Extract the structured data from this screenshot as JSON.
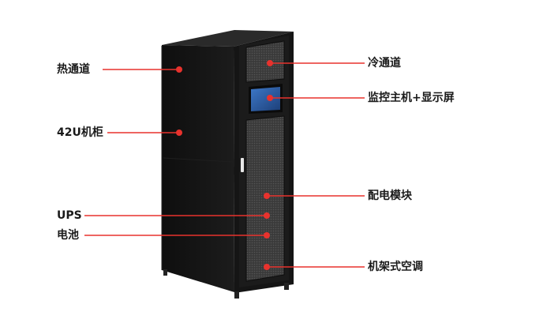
{
  "diagram": {
    "accent_color": "#e8322d",
    "cabinet_color": "#121212",
    "labels_left": [
      {
        "id": "hot-aisle",
        "text": "热通道"
      },
      {
        "id": "rack-42u",
        "text": "42U机柜"
      },
      {
        "id": "ups",
        "text": "UPS"
      },
      {
        "id": "battery",
        "text": "电池"
      }
    ],
    "labels_right": [
      {
        "id": "cold-aisle",
        "text": "冷通道"
      },
      {
        "id": "monitor-host-display",
        "text": "监控主机+显示屏"
      },
      {
        "id": "power-distribution-module",
        "text": "配电模块"
      },
      {
        "id": "rack-mounted-ac",
        "text": "机架式空调"
      }
    ]
  }
}
